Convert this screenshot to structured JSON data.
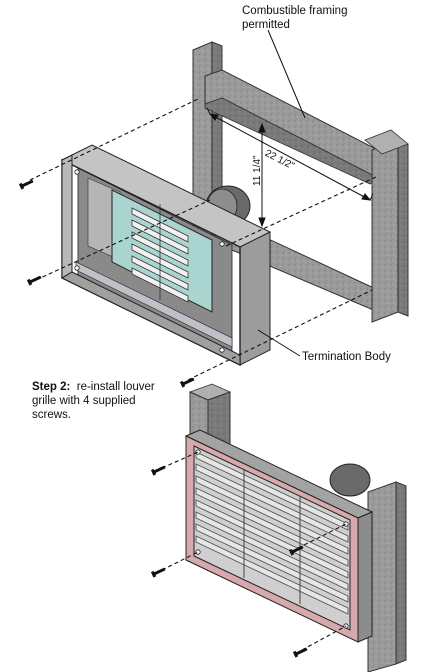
{
  "callouts": {
    "framing_line1": "Combustible framing",
    "framing_line2": "permitted",
    "termination_body": "Termination Body"
  },
  "dimensions": {
    "width": "22 1/2\"",
    "height": "11 1/4\""
  },
  "step2": {
    "label": "Step 2:",
    "line1": "re-install louver",
    "line2": "grille with 4 supplied",
    "line3": "screws."
  },
  "colors": {
    "framing": "#9a9a9a",
    "framing_dark": "#6f6f6f",
    "termination_body": "#a8a8a8",
    "louver_damper": "#a9d4cf",
    "grille_gasket": "#d8a9ac",
    "grille": "#cfcfcf"
  }
}
